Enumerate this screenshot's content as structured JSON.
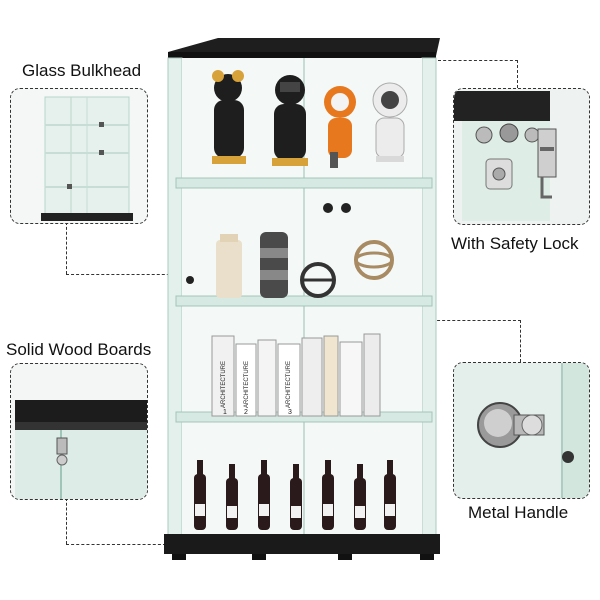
{
  "labels": {
    "glass_bulkhead": "Glass Bulkhead",
    "safety_lock": "With Safety Lock",
    "solid_wood": "Solid Wood Boards",
    "metal_handle": "Metal Handle"
  },
  "book_spines": {
    "a": "ARCHITECTURE",
    "b": "ARCHITECTURE",
    "c": "ARCHITECTURE",
    "vol1": "1",
    "vol2": "2",
    "vol3": "3"
  },
  "colors": {
    "wood": "#1a1a1a",
    "glass": "#dfeee9",
    "glass_edge": "#9fc4b8",
    "accent_orange": "#e8781e",
    "gold": "#d8a23a"
  }
}
